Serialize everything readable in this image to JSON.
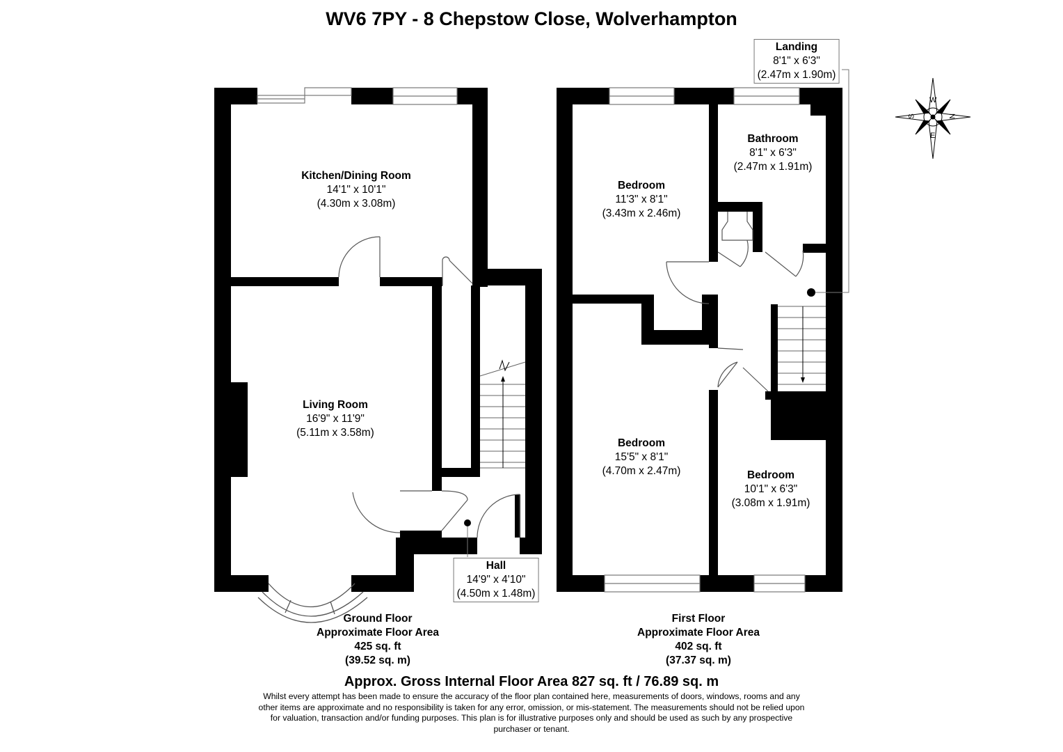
{
  "title": "WV6 7PY - 8 Chepstow Close, Wolverhampton",
  "rooms": {
    "kitchen": {
      "name": "Kitchen/Dining Room",
      "imperial": "14'1\" x 10'1\"",
      "metric": "(4.30m x 3.08m)"
    },
    "living": {
      "name": "Living Room",
      "imperial": "16'9\" x 11'9\"",
      "metric": "(5.11m x 3.58m)"
    },
    "hall": {
      "name": "Hall",
      "imperial": "14'9\" x 4'10\"",
      "metric": "(4.50m x 1.48m)"
    },
    "landing": {
      "name": "Landing",
      "imperial": "8'1\" x 6'3\"",
      "metric": "(2.47m x 1.90m)"
    },
    "bathroom": {
      "name": "Bathroom",
      "imperial": "8'1\" x 6'3\"",
      "metric": "(2.47m x 1.91m)"
    },
    "bedroom1": {
      "name": "Bedroom",
      "imperial": "11'3\" x 8'1\"",
      "metric": "(3.43m x 2.46m)"
    },
    "bedroom2": {
      "name": "Bedroom",
      "imperial": "15'5\" x 8'1\"",
      "metric": "(4.70m x 2.47m)"
    },
    "bedroom3": {
      "name": "Bedroom",
      "imperial": "10'1\" x 6'3\"",
      "metric": "(3.08m x 1.91m)"
    }
  },
  "ground_floor": {
    "name": "Ground Floor",
    "label": "Approximate Floor Area",
    "sqft": "425 sq. ft",
    "sqm": "(39.52 sq. m)"
  },
  "first_floor": {
    "name": "First Floor",
    "label": "Approximate Floor Area",
    "sqft": "402 sq. ft",
    "sqm": "(37.37 sq. m)"
  },
  "gross_area": "Approx. Gross Internal Floor Area 827 sq. ft / 76.89 sq. m",
  "disclaimer": "Whilst every attempt has been made to ensure the accuracy of the floor plan contained here, measurements of doors, windows, rooms and any other items are approximate and no responsibility is taken for any error, omission, or mis-statement. The measurements should not be relied upon for valuation, transaction and/or funding purposes. This plan is for illustrative purposes only and should be used as such by any prospective purchaser or tenant.",
  "compass": {
    "n": "N",
    "s": "S",
    "e": "E",
    "w": "W"
  },
  "colors": {
    "wall": "#000000",
    "background": "#ffffff",
    "label_border": "#777777"
  }
}
